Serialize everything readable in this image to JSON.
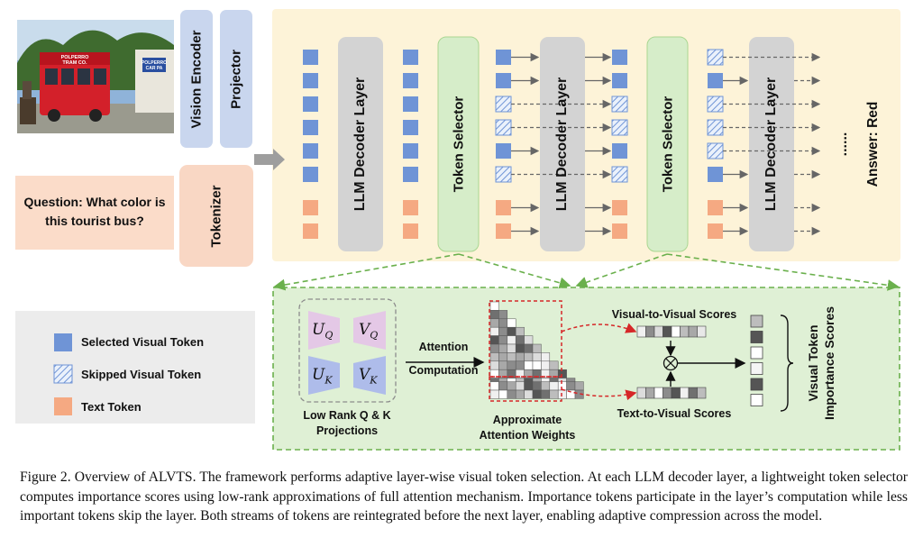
{
  "inputs": {
    "bus_sign_1": "POLPERRO",
    "bus_sign_2": "TRAM CO.",
    "building_sign_1": "POLPERRO",
    "building_sign_2": "CAR PA",
    "vision_encoder": "Vision Encoder",
    "projector": "Projector",
    "question": "Question: What color is this tourist bus?",
    "tokenizer": "Tokenizer"
  },
  "pipeline": {
    "decoder_layer": "LLM Decoder Layer",
    "token_selector": "Token Selector",
    "ellipsis": "......",
    "answer": "Answer: Red"
  },
  "detail": {
    "uq": "U",
    "vq": "V",
    "uk": "U",
    "vk": "V",
    "sub_q": "Q",
    "sub_k": "K",
    "proj_label_1": "Low Rank Q & K",
    "proj_label_2": "Projections",
    "attention_1": "Attention",
    "attention_2": "Computation",
    "attn_weights_1": "Approximate",
    "attn_weights_2": "Attention Weights",
    "v2v": "Visual-to-Visual Scores",
    "t2v": "Text-to-Visual Scores",
    "otimes": "⊗",
    "importance_1": "Visual Token",
    "importance_2": "Importance Scores"
  },
  "legend": {
    "selected": "Selected Visual Token",
    "skipped": "Skipped Visual Token",
    "text": "Text Token"
  },
  "colors": {
    "selected": "#6f94d6",
    "text_token": "#f5a982",
    "yellow_bg": "#fdf3d8",
    "green_box": "#ddf0d2",
    "gray_layer": "#d3d3d3",
    "encoder_box": "#c9d6ee",
    "tokenizer_box": "#f9d7c4",
    "green_dash": "#6ab04c",
    "red_dash": "#d62728"
  },
  "caption": "Figure 2.  Overview of ALVTS. The framework performs adaptive layer-wise visual token selection.  At each LLM decoder layer, a lightweight token selector computes importance scores using low-rank approximations of full attention mechanism.  Importance tokens participate in the layer’s computation while less important tokens skip the layer.  Both streams of tokens are reintegrated before the next layer, enabling adaptive compression across the model."
}
